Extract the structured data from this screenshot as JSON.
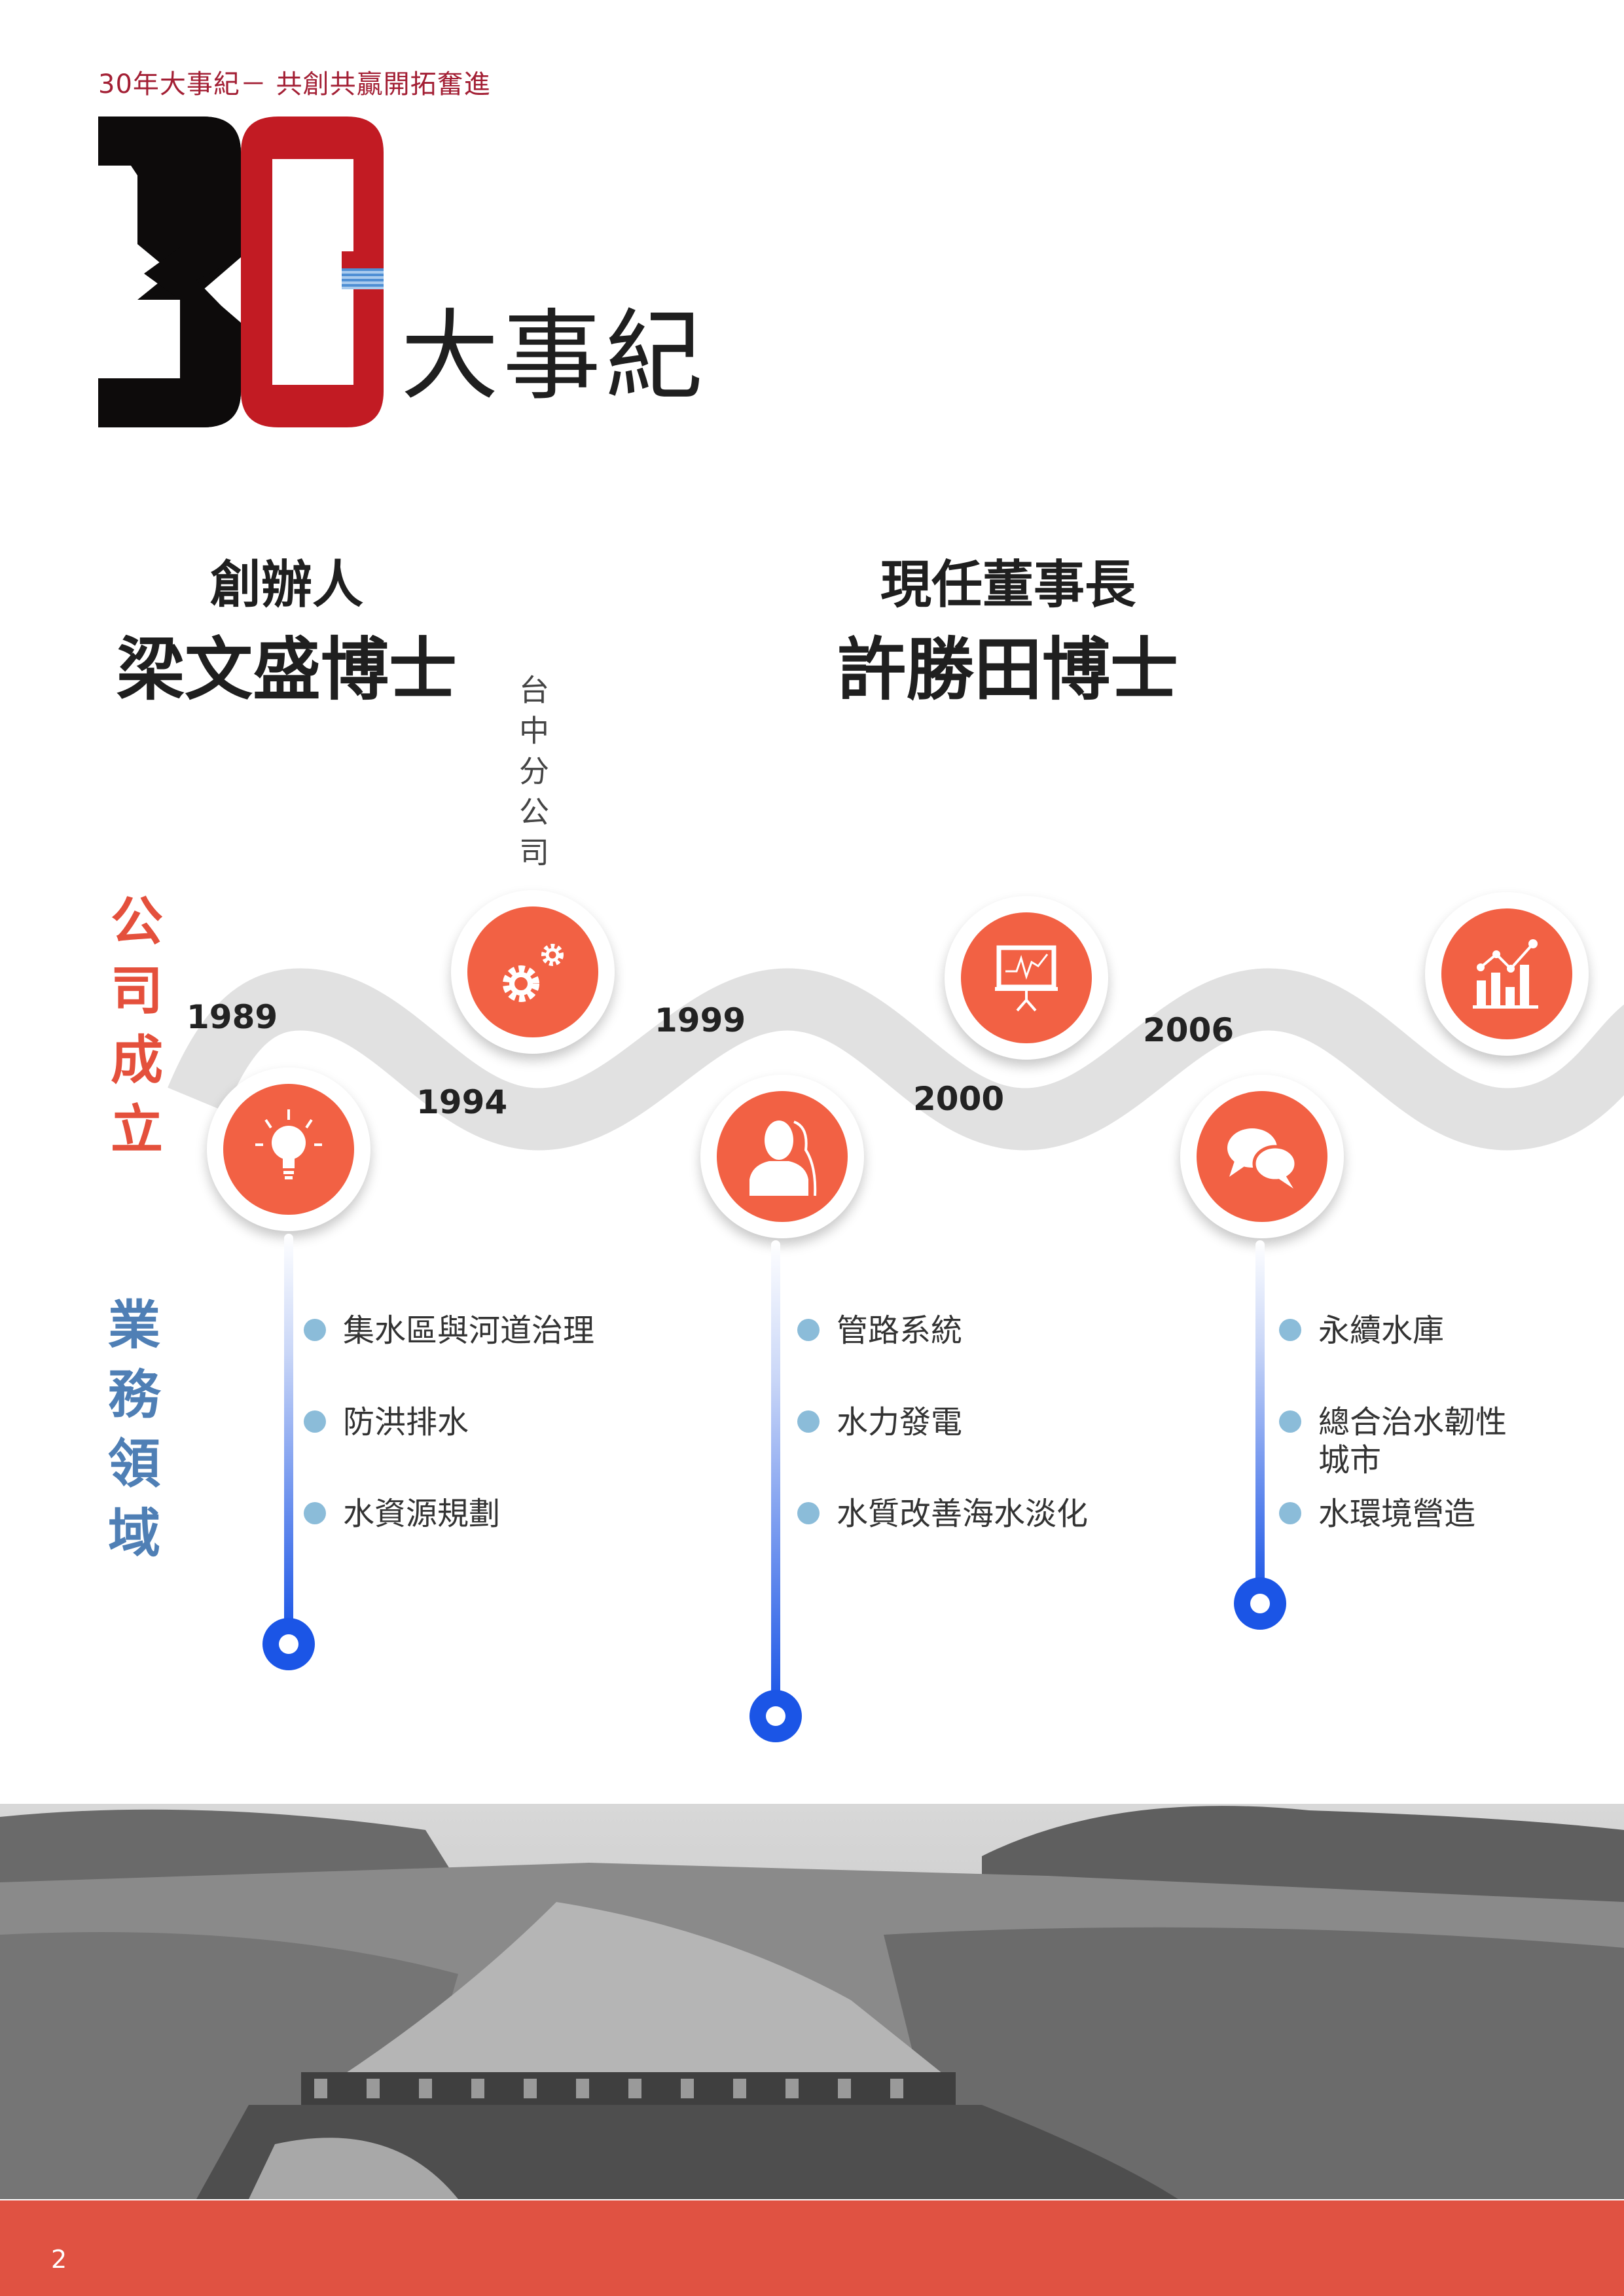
{
  "header": {
    "subtitle": "30年大事紀－ 共創共贏開拓奮進",
    "logo_text": "30",
    "title": "大事紀"
  },
  "people": {
    "founder": {
      "role": "創辦人",
      "name": "梁文盛博士"
    },
    "chairman": {
      "role": "現任董事長",
      "name": "許勝田博士"
    }
  },
  "timeline": {
    "section_label": "公司成立",
    "branch_label": "台中分公司",
    "years": [
      "1989",
      "1994",
      "1999",
      "2000",
      "2006"
    ],
    "icons": [
      "lightbulb-icon",
      "gears-icon",
      "person-icon",
      "presentation-icon",
      "chat-icon",
      "bar-chart-icon"
    ],
    "accent": "#f26144"
  },
  "business": {
    "section_label": "業務領域",
    "columns": [
      [
        "集水區與河道治理",
        "防洪排水",
        "水資源規劃"
      ],
      [
        "管路系統",
        "水力發電",
        "水質改善海水淡化"
      ],
      [
        "永續水庫",
        "總合治水韌性城市",
        "水環境營造"
      ]
    ]
  },
  "footer": {
    "page_number": "2",
    "color": "#e05242"
  }
}
